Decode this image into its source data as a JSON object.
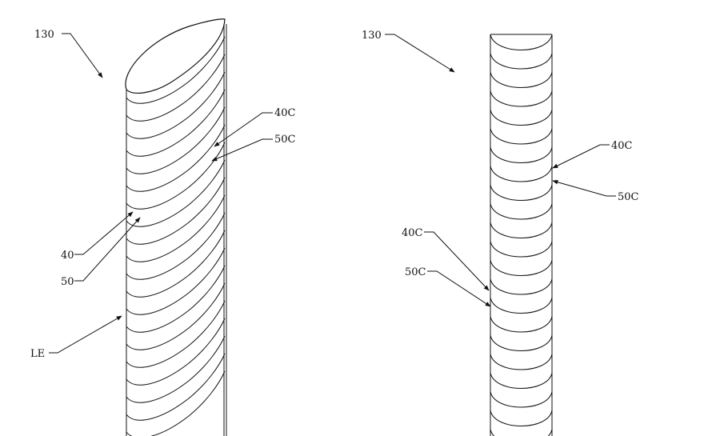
{
  "figure": {
    "left_view": {
      "labels": {
        "ref_130": "130",
        "ref_40C": "40C",
        "ref_50C": "50C",
        "ref_40": "40",
        "ref_50": "50",
        "ref_LE": "LE"
      }
    },
    "right_view": {
      "labels": {
        "ref_130": "130",
        "ref_40C_upper": "40C",
        "ref_50C_upper": "50C",
        "ref_40C_lower": "40C",
        "ref_50C_lower": "50C"
      }
    }
  }
}
